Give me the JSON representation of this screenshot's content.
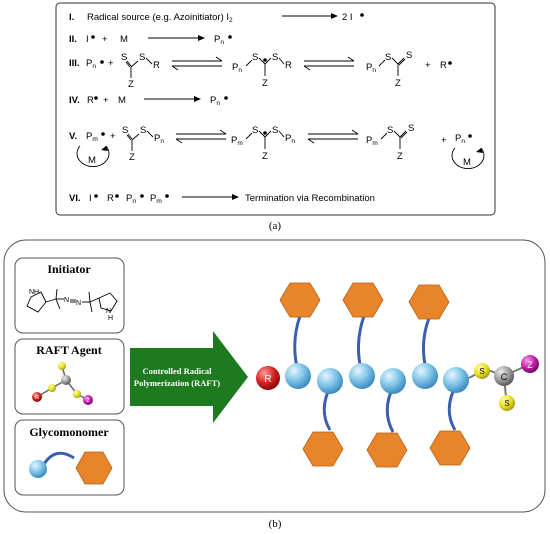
{
  "panel_a": {
    "caption": "(a)",
    "steps": [
      {
        "num": "I.",
        "text": "Radical source (e.g. Azoinitiator) I",
        "sub": "2",
        "product": "2 I"
      },
      {
        "num": "II.",
        "left": "I",
        "plus": "+",
        "monomer": "M",
        "product": "P",
        "sub": "n"
      },
      {
        "num": "III.",
        "left": "P",
        "sub": "n",
        "plus": "+"
      },
      {
        "num": "IV.",
        "left": "R",
        "plus": "+",
        "monomer": "M",
        "product": "P",
        "sub": "n"
      },
      {
        "num": "V.",
        "left": "P",
        "sub": "m",
        "plus": "+"
      },
      {
        "num": "VI.",
        "species": [
          "I",
          "R",
          "P",
          "P"
        ],
        "subs": [
          "n",
          "m"
        ],
        "result": "Termination via Recombination"
      }
    ],
    "atoms": {
      "S": "S",
      "Z": "Z",
      "R": "R",
      "M": "M",
      "P": "P",
      "n": "n",
      "m": "m",
      "plus": "+"
    }
  },
  "panel_b": {
    "caption": "(b)",
    "initiator_title": "Initiator",
    "raft_title": "RAFT Agent",
    "glyco_title": "Glycomonomer",
    "arrow_line1": "Controlled Radical",
    "arrow_line2": "Polymerization (RAFT)",
    "nh": "NH",
    "n_atom": "N",
    "h_atom": "H",
    "labels": {
      "R": "R",
      "S": "S",
      "C": "C",
      "Z": "Z"
    }
  },
  "colors": {
    "arrow_green": "#1e7a1e",
    "monomer_blue": "#7fc4e8",
    "hexagon_orange": "#e8852a",
    "linker_blue": "#3b5fb0",
    "r_red": "#d42020",
    "s_yellow": "#e8e020",
    "c_grey": "#9a9a9a",
    "z_magenta": "#c020a8"
  }
}
